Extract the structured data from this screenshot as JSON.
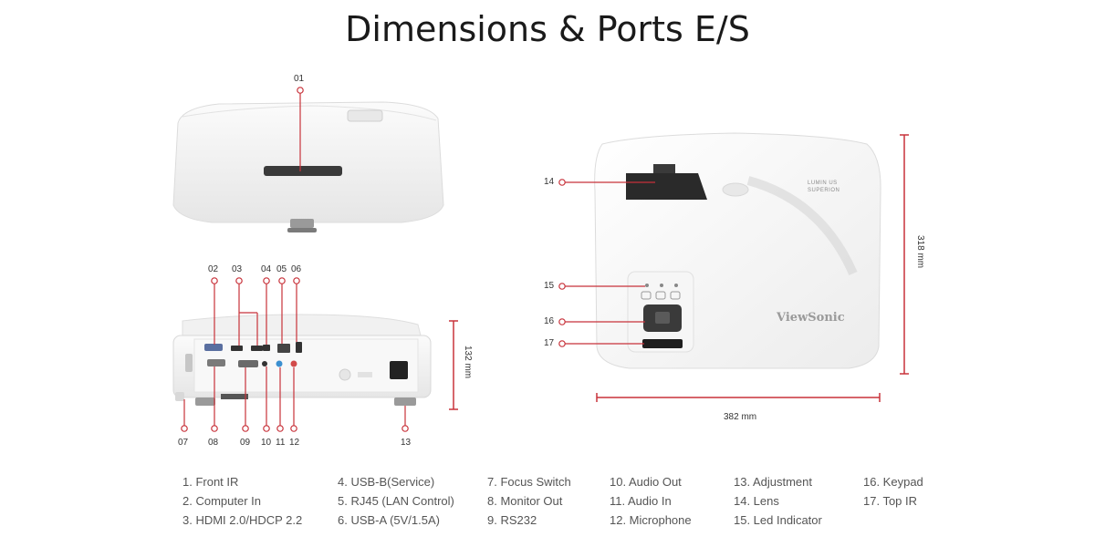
{
  "page": {
    "title": "Dimensions & Ports E/S"
  },
  "callouts": [
    "01",
    "02",
    "03",
    "04",
    "05",
    "06",
    "07",
    "08",
    "09",
    "10",
    "11",
    "12",
    "13",
    "14",
    "15",
    "16",
    "17"
  ],
  "measurements": {
    "height": "132 mm",
    "depth": "318 mm",
    "width": "382 mm"
  },
  "brand": {
    "logo": "ViewSonic",
    "badge_line1": "LUMIN US",
    "badge_line2": "SUPERION"
  },
  "legend": [
    [
      "1. Front IR",
      "2. Computer In",
      "3. HDMI 2.0/HDCP 2.2"
    ],
    [
      "4. USB-B(Service)",
      "5. RJ45 (LAN Control)",
      "6. USB-A (5V/1.5A)"
    ],
    [
      "7. Focus Switch",
      "8. Monitor Out",
      "9. RS232"
    ],
    [
      "10. Audio Out",
      "11. Audio In",
      "12. Microphone"
    ],
    [
      "13. Adjustment",
      "14. Lens",
      "15. Led Indicator"
    ],
    [
      "16. Keypad",
      "17. Top IR"
    ]
  ],
  "colors": {
    "accent": "#c8323a",
    "body": "#f4f4f4"
  }
}
